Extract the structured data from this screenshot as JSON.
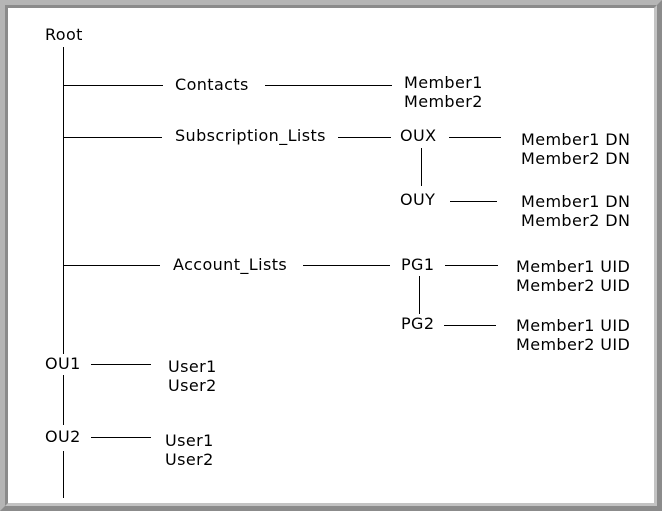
{
  "colors": {
    "background": "#ffffff",
    "line": "#000000",
    "text": "#000000",
    "frame_outer_light": "#b5b5b5",
    "frame_dark": "#8b8b8b",
    "frame_inner_light": "#c3c3c3"
  },
  "tree": {
    "root": {
      "label": "Root"
    },
    "contacts": {
      "label": "Contacts",
      "members": [
        "Member1",
        "Member2"
      ]
    },
    "subscription_lists": {
      "label": "Subscription_Lists",
      "children": [
        {
          "label": "OUX",
          "members": [
            "Member1 DN",
            "Member2 DN"
          ]
        },
        {
          "label": "OUY",
          "members": [
            "Member1 DN",
            "Member2 DN"
          ]
        }
      ]
    },
    "account_lists": {
      "label": "Account_Lists",
      "children": [
        {
          "label": "PG1",
          "members": [
            "Member1 UID",
            "Member2 UID"
          ]
        },
        {
          "label": "PG2",
          "members": [
            "Member1 UID",
            "Member2 UID"
          ]
        }
      ]
    },
    "ou1": {
      "label": "OU1",
      "members": [
        "User1",
        "User2"
      ]
    },
    "ou2": {
      "label": "OU2",
      "members": [
        "User1",
        "User2"
      ]
    }
  }
}
